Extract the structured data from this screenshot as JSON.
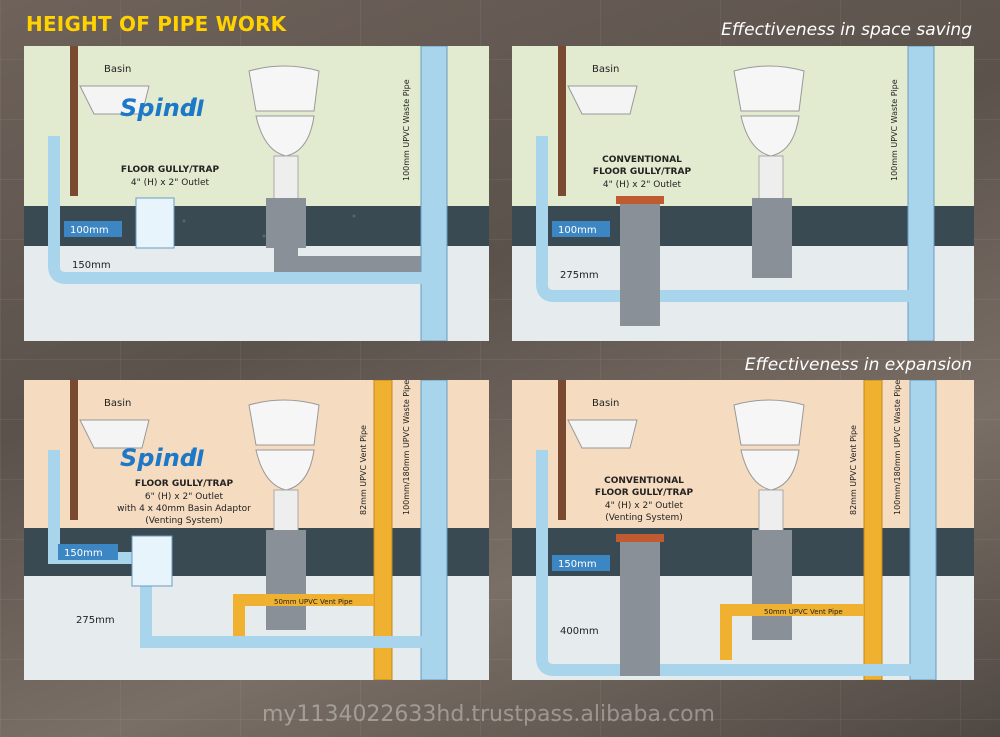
{
  "header": {
    "title": "HEIGHT OF PIPE WORK"
  },
  "captions": {
    "space_saving": "Effectiveness in space saving",
    "expansion": "Effectiveness in expansion"
  },
  "panel1": {
    "basin": "Basin",
    "brand": "Spind",
    "brand_mark": "II",
    "product_1": "FLOOR GULLY/TRAP",
    "product_2": "4\" (H) x 2\" Outlet",
    "dim_a": "100mm",
    "dim_b": "150mm",
    "waste_pipe": "100mm UPVC Waste Pipe"
  },
  "panel2": {
    "basin": "Basin",
    "product_0": "CONVENTIONAL",
    "product_1": "FLOOR GULLY/TRAP",
    "product_2": "4\" (H) x 2\" Outlet",
    "dim_a": "100mm",
    "dim_b": "275mm",
    "waste_pipe": "100mm UPVC Waste Pipe"
  },
  "panel3": {
    "basin": "Basin",
    "brand": "Spind",
    "brand_mark": "II",
    "product_1": "FLOOR GULLY/TRAP",
    "product_2": "6\" (H) x 2\" Outlet",
    "product_3": "with 4 x 40mm Basin Adaptor",
    "product_4": "(Venting System)",
    "dim_a": "150mm",
    "dim_b": "275mm",
    "vent_label": "50mm UPVC Vent Pipe",
    "vent_pipe": "82mm UPVC Vent Pipe",
    "waste_pipe": "100mm/180mm UPVC Waste Pipe"
  },
  "panel4": {
    "basin": "Basin",
    "product_0": "CONVENTIONAL",
    "product_1": "FLOOR GULLY/TRAP",
    "product_2": "4\" (H) x 2\" Outlet",
    "product_3": "(Venting System)",
    "dim_a": "150mm",
    "dim_b": "400mm",
    "vent_label": "50mm UPVC Vent Pipe",
    "vent_pipe": "82mm UPVC Vent Pipe",
    "waste_pipe": "100mm/180mm UPVC Waste Pipe"
  },
  "watermark": "my1134022633hd.trustpass.alibaba.com",
  "colors": {
    "title": "#ffd200",
    "pipe_blue": "#a8d4ec",
    "vent_orange": "#f0b030",
    "wall_green": "#e2ebcf",
    "wall_peach": "#f5dcc0",
    "floor": "#3a4a52",
    "dim_band": "#3c86c4"
  }
}
